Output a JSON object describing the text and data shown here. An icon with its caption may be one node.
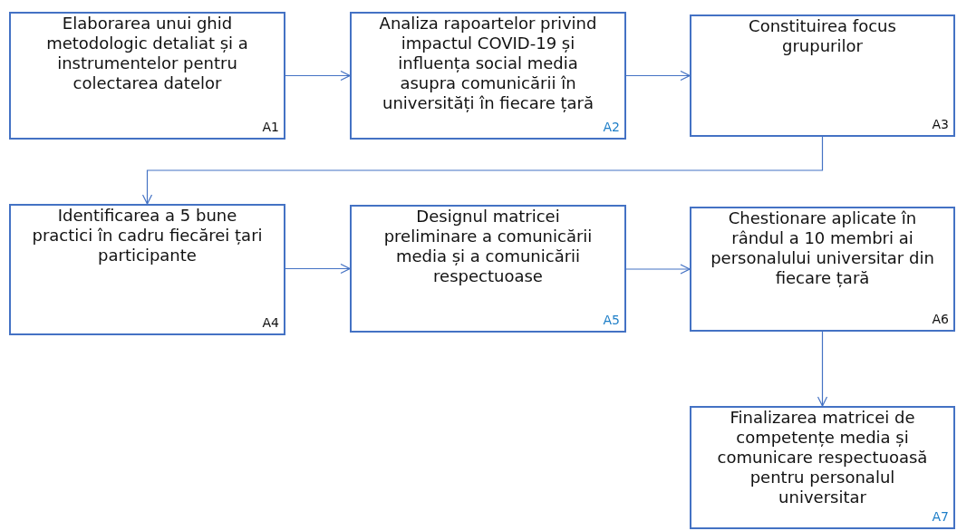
{
  "diagram": {
    "nodes": [
      {
        "text": [
          "Elaborarea unui ghid metodologic detaliat și a instrumentelor pentru colectarea datelor",
          "A1"
        ]
      },
      {
        "text": [
          "Analiza rapoartelor privind impactul COVID-19 și influența social media asupra comunicării în universități în fiecare țară",
          "A2"
        ]
      },
      {
        "text": [
          "Constituirea focus grupurilor",
          "A3"
        ]
      },
      {
        "text": [
          "Identificarea a 5 bune practici în cadru fiecărei țari participante",
          "A4"
        ]
      },
      {
        "text": [
          "Designul matricei preliminare a comunicării media și a comunicării respectuoase",
          "A5"
        ]
      },
      {
        "text": [
          "Chestionare aplicate în rândul a 10 membri ai personalului universitar din fiecare țară",
          "A6"
        ]
      },
      {
        "text": [
          "Finalizarea matricei de competențe media și comunicare respectuoasă pentru personalul universitar",
          "A7"
        ]
      }
    ],
    "edges": [
      {
        "from": 0,
        "to": 1,
        "arrow": "to"
      },
      {
        "from": 1,
        "to": 2,
        "arrow": "to"
      },
      {
        "from": 2,
        "to": 3,
        "arrow": "to"
      },
      {
        "from": 3,
        "to": 4,
        "arrow": "to"
      },
      {
        "from": 4,
        "to": 5,
        "arrow": "to"
      },
      {
        "from": 5,
        "to": 6,
        "arrow": "to"
      }
    ]
  }
}
